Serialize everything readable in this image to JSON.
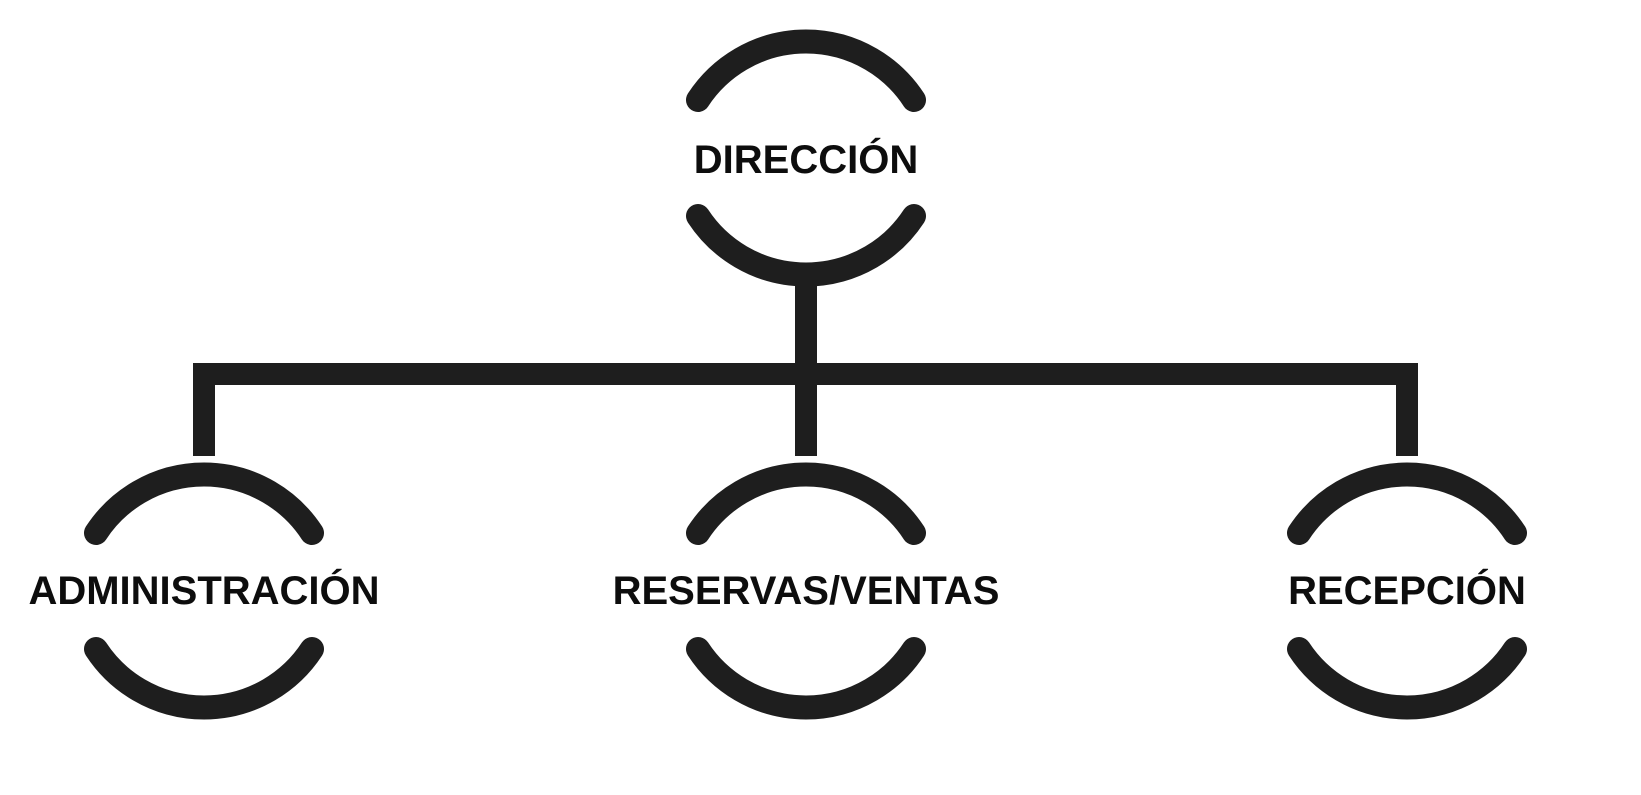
{
  "diagram": {
    "type": "org-chart",
    "stroke_color": "#1e1e1e",
    "text_color": "#0d0d0d",
    "background": "#ffffff",
    "root": {
      "label": "DIRECCIÓN"
    },
    "children": [
      {
        "label": "ADMINISTRACIÓN"
      },
      {
        "label": "RESERVAS/VENTAS"
      },
      {
        "label": "RECEPCIÓN"
      }
    ]
  }
}
